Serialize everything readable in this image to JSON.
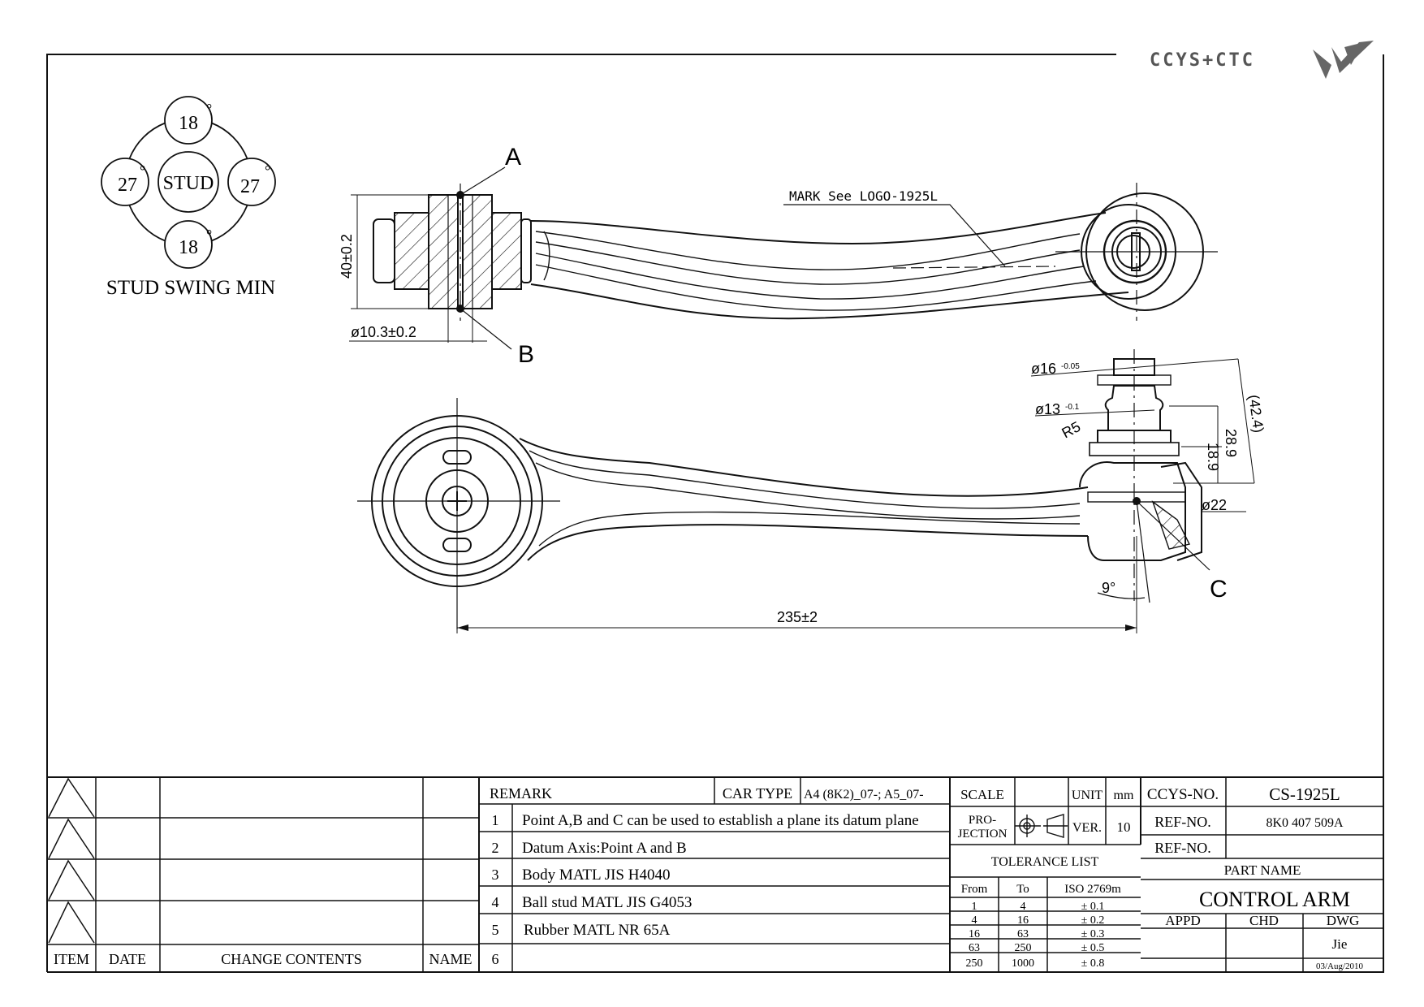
{
  "logo": {
    "text": "CCYS+CTC"
  },
  "stud_swing": {
    "center": "STUD",
    "top": "18",
    "bottom": "18",
    "left": "27",
    "right": "27",
    "degree": "°",
    "caption": "STUD SWING MIN"
  },
  "dimensions": {
    "height_40": "40±0.2",
    "bore_dia": "ø10.3±0.2",
    "mark_note": "MARK See LOGO-1925L",
    "point_a": "A",
    "point_b": "B",
    "point_c": "C",
    "stud_dia16": "ø16",
    "stud_dia16_tol": "-0.05",
    "stud_dia13": "ø13",
    "stud_dia13_tol": "-0.1",
    "radius": "R5",
    "d424": "(42.4)",
    "d289": "28.9",
    "d189": "18.9",
    "d22": "ø22",
    "angle": "9°",
    "length": "235±2"
  },
  "revisions": {
    "headers": {
      "item": "ITEM",
      "date": "DATE",
      "change": "CHANGE CONTENTS",
      "name": "NAME"
    }
  },
  "remark": {
    "label": "REMARK",
    "car_type_label": "CAR TYPE",
    "car_type_value": "A4 (8K2)_07-; A5_07-",
    "items": [
      {
        "no": "1",
        "text": "Point A,B and C can be used to establish a plane its datum plane"
      },
      {
        "no": "2",
        "text": "Datum Axis:Point A and B"
      },
      {
        "no": "3",
        "text": "Body MATL JIS H4040"
      },
      {
        "no": "4",
        "text": "Ball stud MATL JIS G4053"
      },
      {
        "no": "5",
        "text": "Rubber MATL NR 65A"
      },
      {
        "no": "6",
        "text": ""
      }
    ]
  },
  "scale": {
    "scale_label": "SCALE",
    "unit_label": "UNIT",
    "unit_value": "mm",
    "projection_line1": "PRO-",
    "projection_line2": "JECTION",
    "ver_label": "VER.",
    "ver_value": "10"
  },
  "tolerance": {
    "title": "TOLERANCE LIST",
    "headers": {
      "from": "From",
      "to": "To",
      "std": "ISO 2769m"
    },
    "rows": [
      {
        "from": "1",
        "to": "4",
        "tol": "± 0.1"
      },
      {
        "from": "4",
        "to": "16",
        "tol": "± 0.2"
      },
      {
        "from": "16",
        "to": "63",
        "tol": "± 0.3"
      },
      {
        "from": "63",
        "to": "250",
        "tol": "± 0.5"
      },
      {
        "from": "250",
        "to": "1000",
        "tol": "± 0.8"
      }
    ]
  },
  "titleblock": {
    "ccys_label": "CCYS-NO.",
    "ccys_value": "CS-1925L",
    "ref_label": "REF-NO.",
    "ref_value": "8K0 407 509A",
    "ref2_label": "REF-NO.",
    "ref2_value": "",
    "part_name_label": "PART NAME",
    "part_name": "CONTROL ARM",
    "appd": "APPD",
    "chd": "CHD",
    "dwg": "DWG",
    "dwg_name": "Jie",
    "dwg_date": "03/Aug/2010"
  }
}
